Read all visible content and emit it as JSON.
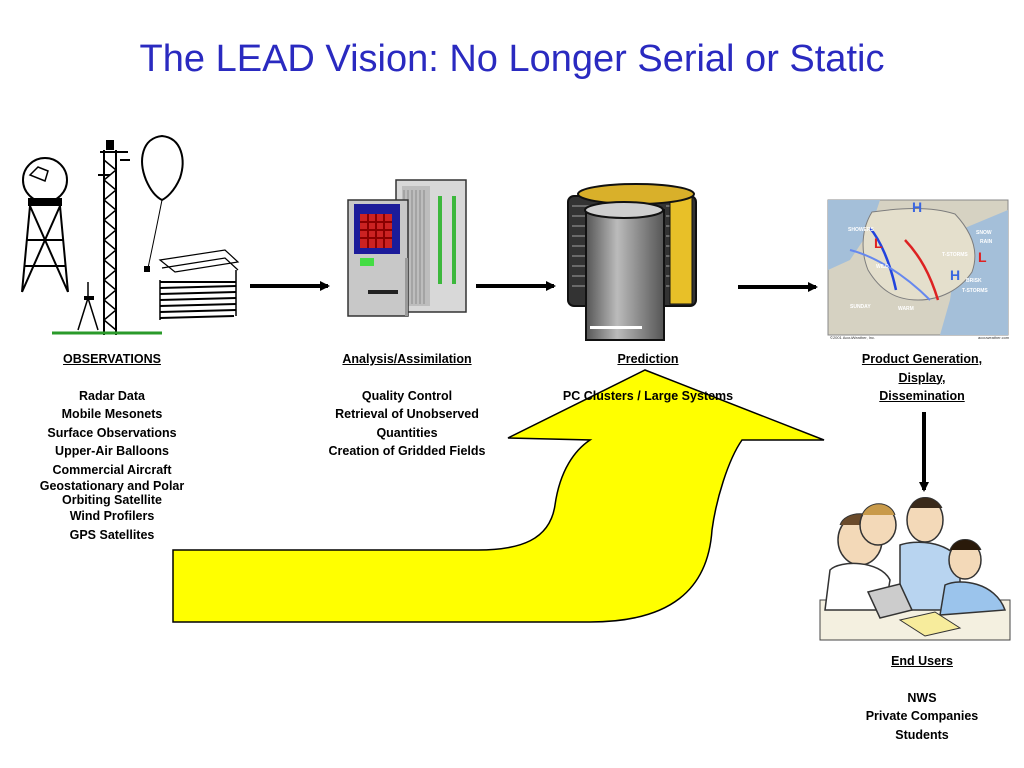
{
  "title": "The LEAD Vision: No Longer Serial or Static",
  "observations": {
    "heading": "OBSERVATIONS",
    "items": [
      "Radar Data",
      "Mobile Mesonets",
      "Surface Observations",
      "Upper-Air Balloons",
      "Commercial Aircraft",
      "Geostationary and Polar Orbiting Satellite",
      "Wind Profilers",
      "GPS Satellites"
    ]
  },
  "analysis": {
    "heading": "Analysis/Assimilation",
    "items": [
      "Quality Control",
      "Retrieval of Unobserved",
      "Quantities",
      "Creation of Gridded Fields"
    ]
  },
  "prediction": {
    "heading": "Prediction",
    "items": [
      "PC Clusters / Large Systems"
    ]
  },
  "product": {
    "heading_lines": [
      "Product Generation,",
      "Display,",
      "Dissemination"
    ]
  },
  "end_users": {
    "heading": "End Users",
    "items": [
      "NWS",
      "Private Companies",
      "Students"
    ]
  },
  "weather_map": {
    "labels": [
      "SHOWERS",
      "T-STORMS",
      "WILD",
      "SUNDAY",
      "WARM",
      "SNOW",
      "RAIN",
      "BRISK",
      "T-STORMS"
    ],
    "highs": [
      "H",
      "H"
    ],
    "lows": [
      "L",
      "L"
    ],
    "copyright": "©2001 AccuWeather, Inc.",
    "site": "accuweather.com"
  },
  "colors": {
    "title": "#2a2ac0",
    "feedback_arrow": "#ffff00",
    "arrow": "#000000"
  }
}
